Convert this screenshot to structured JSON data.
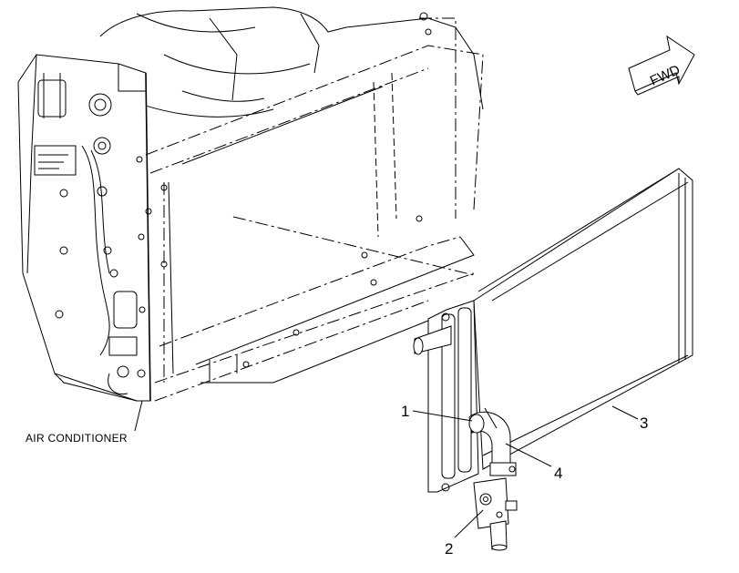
{
  "direction_arrow": {
    "label": "FWD"
  },
  "labels": {
    "unit_caption": "AIR CONDITIONER",
    "callouts": [
      "1",
      "2",
      "3",
      "4"
    ]
  },
  "colors": {
    "line": "#000000",
    "background": "#ffffff"
  }
}
